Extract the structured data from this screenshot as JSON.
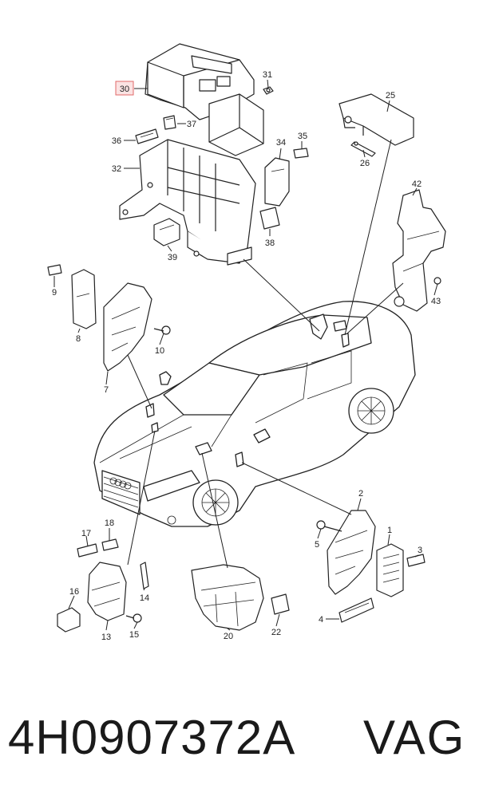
{
  "footer": {
    "part_number": "4H0907372A",
    "brand": "VAG"
  },
  "colors": {
    "highlight_border": "#e06a6a",
    "highlight_fill": "#fbe3e3",
    "ink": "#222222"
  },
  "callouts": [
    {
      "id": "c30",
      "label": "30",
      "highlighted": true
    },
    {
      "id": "c31",
      "label": "31"
    },
    {
      "id": "c37",
      "label": "37"
    },
    {
      "id": "c36",
      "label": "36"
    },
    {
      "id": "c34",
      "label": "34"
    },
    {
      "id": "c35",
      "label": "35"
    },
    {
      "id": "c32",
      "label": "32"
    },
    {
      "id": "c25",
      "label": "25"
    },
    {
      "id": "c26",
      "label": "26"
    },
    {
      "id": "c42",
      "label": "42"
    },
    {
      "id": "c38",
      "label": "38"
    },
    {
      "id": "c39",
      "label": "39"
    },
    {
      "id": "c9",
      "label": "9"
    },
    {
      "id": "c8",
      "label": "8"
    },
    {
      "id": "c10",
      "label": "10"
    },
    {
      "id": "c7",
      "label": "7"
    },
    {
      "id": "c43",
      "label": "43"
    },
    {
      "id": "c2",
      "label": "2"
    },
    {
      "id": "c17",
      "label": "17"
    },
    {
      "id": "c18",
      "label": "18"
    },
    {
      "id": "c5",
      "label": "5"
    },
    {
      "id": "c1",
      "label": "1"
    },
    {
      "id": "c3",
      "label": "3"
    },
    {
      "id": "c16",
      "label": "16"
    },
    {
      "id": "c14",
      "label": "14"
    },
    {
      "id": "c13",
      "label": "13"
    },
    {
      "id": "c15",
      "label": "15"
    },
    {
      "id": "c20",
      "label": "20"
    },
    {
      "id": "c22",
      "label": "22"
    },
    {
      "id": "c4",
      "label": "4"
    }
  ]
}
